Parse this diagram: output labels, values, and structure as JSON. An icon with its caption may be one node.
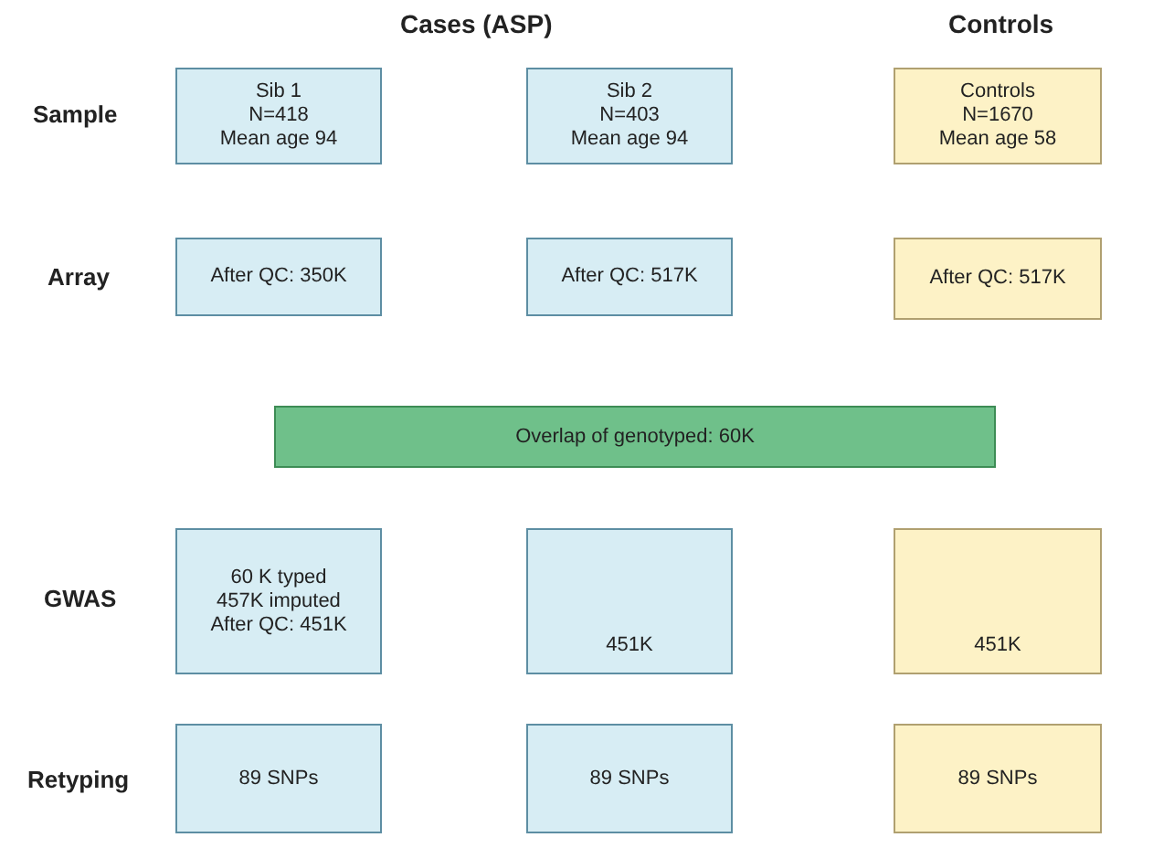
{
  "diagram": {
    "nodes": [
      {
        "text": [
          "Sib 1",
          "N=418",
          "Mean age 94"
        ]
      },
      {
        "text": [
          "Sib 2",
          "N=403",
          "Mean age 94"
        ]
      },
      {
        "text": [
          "Controls",
          "N=1670",
          "Mean age 58"
        ]
      },
      {
        "text": [
          "After QC: 350K"
        ]
      },
      {
        "text": [
          "After QC: 517K"
        ]
      },
      {
        "text": [
          "After QC: 517K"
        ]
      },
      {
        "text": [
          "Overlap of genotyped: 60K"
        ]
      },
      {
        "text": [
          "60 K typed",
          "457K imputed",
          "After QC: 451K"
        ]
      },
      {
        "text": [
          "451K"
        ]
      },
      {
        "text": [
          "451K"
        ]
      },
      {
        "text": [
          "89 SNPs"
        ]
      },
      {
        "text": [
          "89 SNPs"
        ]
      },
      {
        "text": [
          "89 SNPs"
        ]
      }
    ],
    "labels": [
      "Cases (ASP)",
      "Controls",
      "Sample",
      "Array",
      "GWAS",
      "Retyping"
    ]
  }
}
